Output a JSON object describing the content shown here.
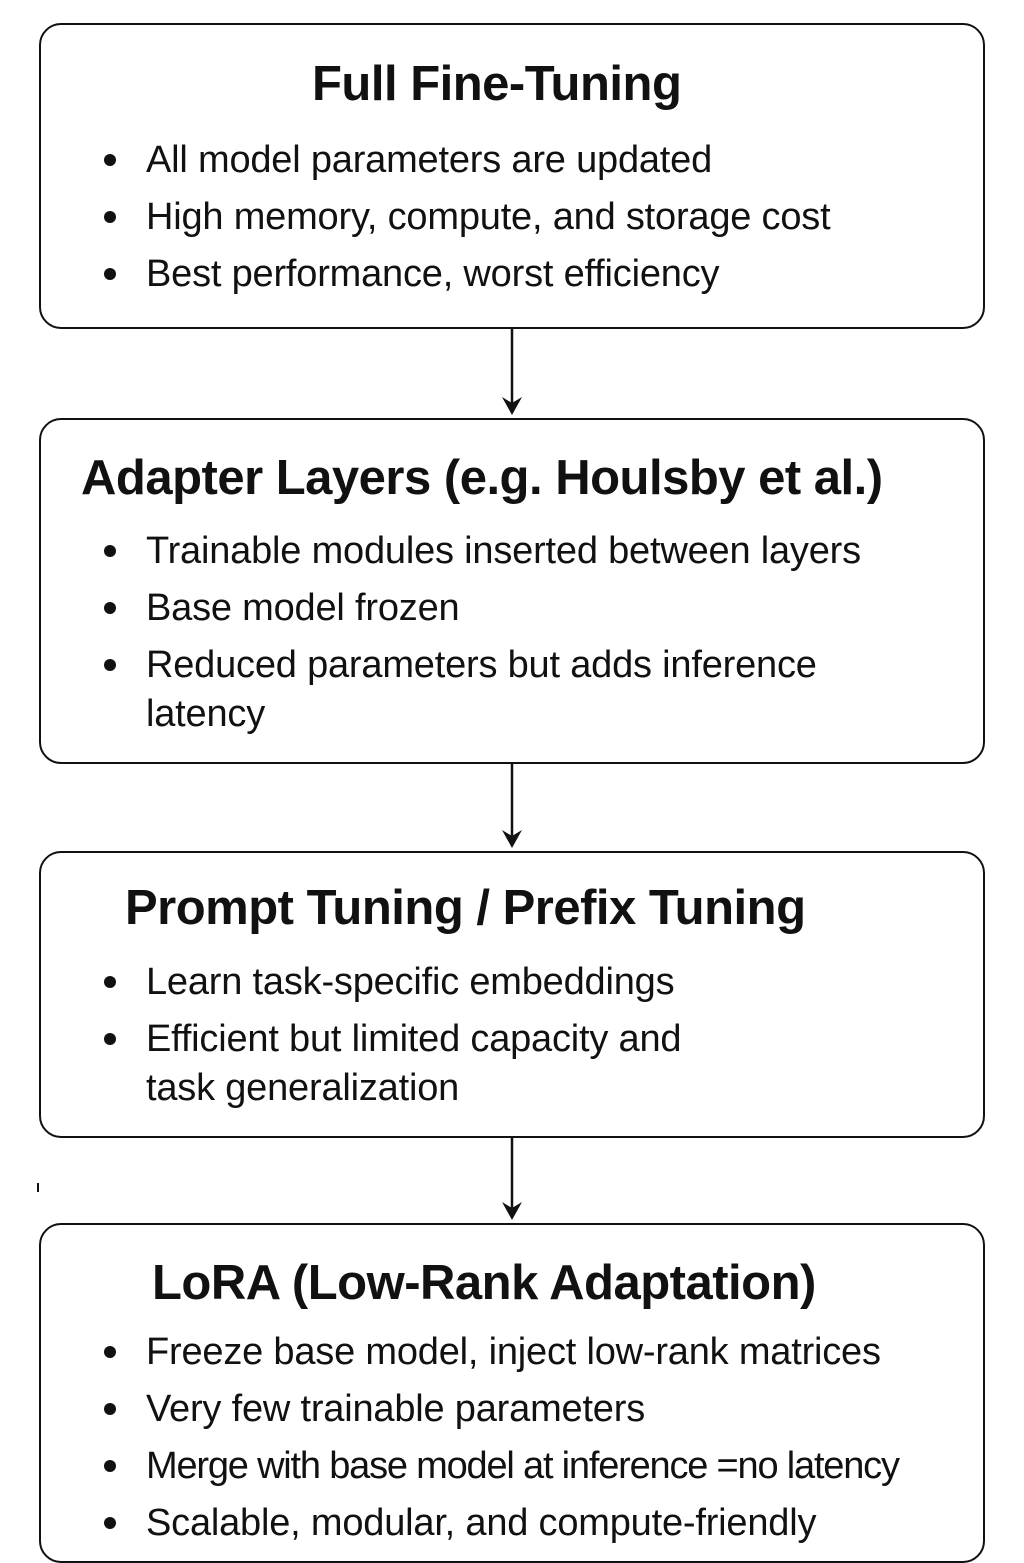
{
  "boxes": [
    {
      "title": "Full Fine-Tuning",
      "bullets": [
        "All model parameters are updated",
        "High memory, compute, and storage cost",
        "Best performance, worst efficiency"
      ]
    },
    {
      "title": "Adapter Layers (e.g. Houlsby et al.)",
      "bullets": [
        "Trainable modules inserted between layers",
        "Base model frozen",
        "Reduced parameters but adds inference",
        "latency"
      ]
    },
    {
      "title": "Prompt Tuning / Prefix Tuning",
      "bullets": [
        "Learn task-specific embeddings",
        "Efficient but limited capacity and",
        "task generalization"
      ]
    },
    {
      "title": "LoRA (Low-Rank Adaptation)",
      "bullets": [
        "Freeze base model, inject low-rank matrices",
        "Very few trainable parameters",
        "Merge with base model at inference =no latency",
        "Scalable, modular, and compute-friendly"
      ]
    }
  ],
  "colors": {
    "stroke": "#111111",
    "background": "#ffffff"
  }
}
